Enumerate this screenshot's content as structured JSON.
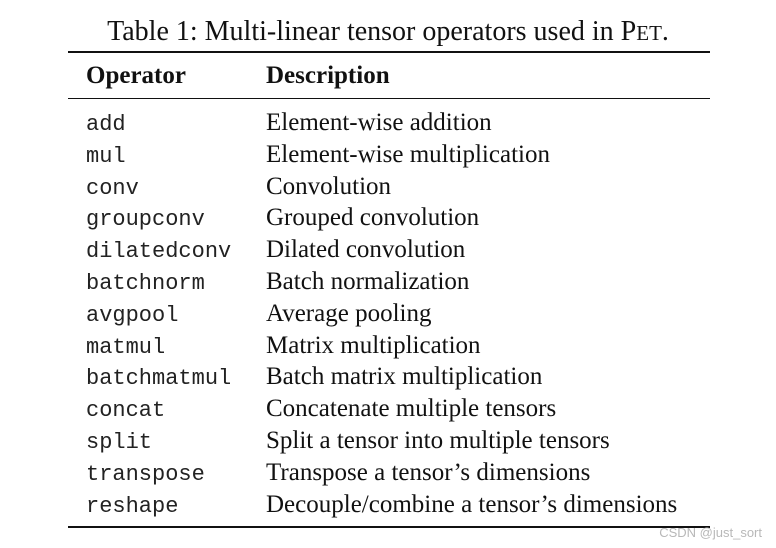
{
  "caption": {
    "prefix": "Table 1: Multi-linear tensor operators used in ",
    "name_first": "P",
    "name_rest": "ET",
    "suffix": "."
  },
  "table": {
    "headers": {
      "operator": "Operator",
      "description": "Description"
    },
    "rows": [
      {
        "operator": "add",
        "description": "Element-wise addition"
      },
      {
        "operator": "mul",
        "description": "Element-wise multiplication"
      },
      {
        "operator": "conv",
        "description": "Convolution"
      },
      {
        "operator": "groupconv",
        "description": "Grouped convolution"
      },
      {
        "operator": "dilatedconv",
        "description": "Dilated convolution"
      },
      {
        "operator": "batchnorm",
        "description": "Batch normalization"
      },
      {
        "operator": "avgpool",
        "description": "Average pooling"
      },
      {
        "operator": "matmul",
        "description": "Matrix multiplication"
      },
      {
        "operator": "batchmatmul",
        "description": "Batch matrix multiplication"
      },
      {
        "operator": "concat",
        "description": "Concatenate multiple tensors"
      },
      {
        "operator": "split",
        "description": "Split a tensor into multiple tensors"
      },
      {
        "operator": "transpose",
        "description": "Transpose a tensor’s dimensions"
      },
      {
        "operator": "reshape",
        "description": "Decouple/combine a tensor’s dimensions"
      }
    ]
  },
  "watermark": "CSDN @just_sort"
}
